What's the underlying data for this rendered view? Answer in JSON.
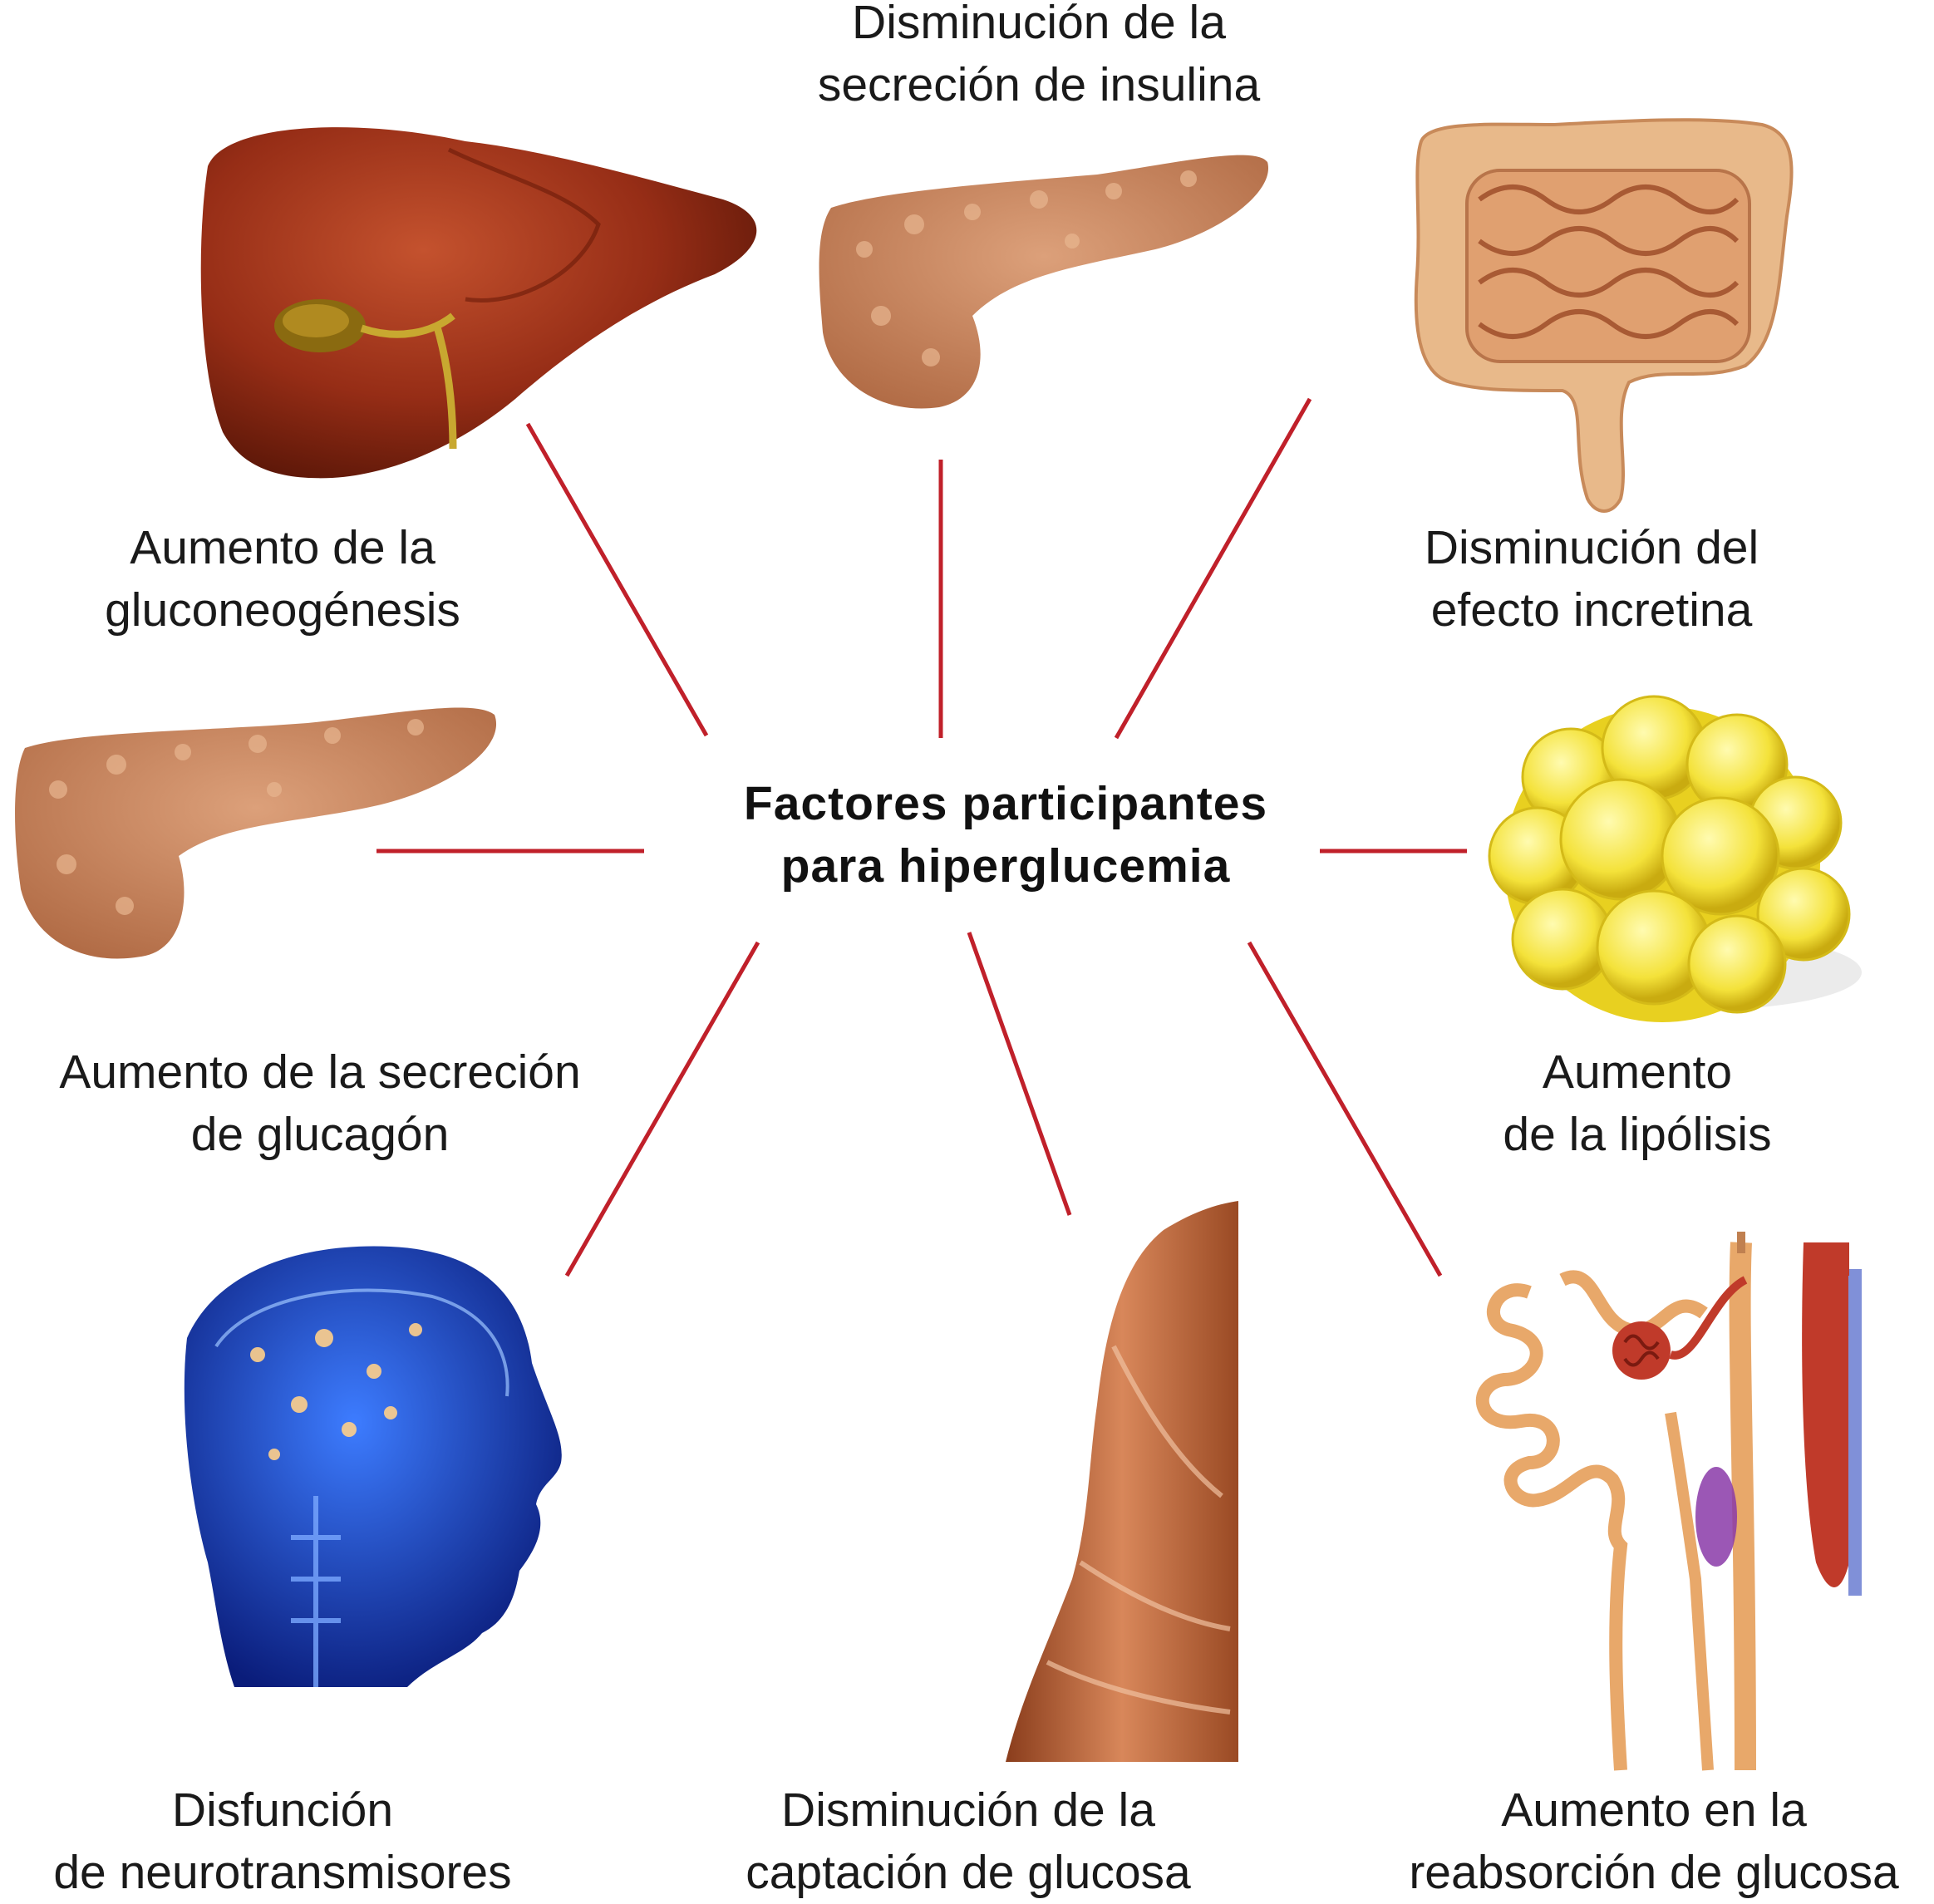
{
  "center": {
    "line1": "Factores participantes",
    "line2": "para hiperglucemia"
  },
  "colors": {
    "connector": "#c0202a",
    "liver": "#8e2a14",
    "pancreas": "#c98a5e",
    "intestine": "#e8b98a",
    "fat": "#f2e23a",
    "brain": "#2a5cff",
    "muscle": "#b8643c",
    "kidney": "#e8a86a"
  },
  "factors": [
    {
      "id": "liver",
      "icon": "liver-illustration",
      "line1": "Aumento de la",
      "line2": "gluconeogénesis"
    },
    {
      "id": "pancreas-top",
      "icon": "pancreas-illustration",
      "line1": "Disminución de la",
      "line2": "secreción de insulina"
    },
    {
      "id": "intestine",
      "icon": "intestine-illustration",
      "line1": "Disminución del",
      "line2": "efecto incretina"
    },
    {
      "id": "pancreas-left",
      "icon": "pancreas-illustration",
      "line1": "Aumento de la secreción",
      "line2": "de glucagón"
    },
    {
      "id": "adipose",
      "icon": "fat-cells-illustration",
      "line1": "Aumento",
      "line2": "de la lipólisis"
    },
    {
      "id": "brain",
      "icon": "brain-illustration",
      "line1": "Disfunción",
      "line2": "de neurotransmisores"
    },
    {
      "id": "muscle",
      "icon": "muscle-illustration",
      "line1": "Disminución de la",
      "line2": "captación de glucosa"
    },
    {
      "id": "kidney",
      "icon": "nephron-illustration",
      "line1": "Aumento en la",
      "line2": "reabsorción de glucosa"
    }
  ]
}
